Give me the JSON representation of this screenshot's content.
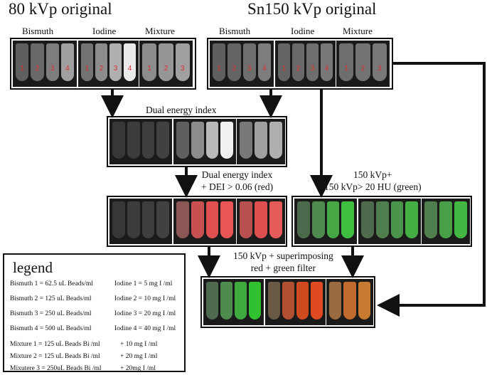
{
  "headings": {
    "left": "80 kVp original",
    "right": "Sn150 kVp original"
  },
  "group_labels": {
    "left": [
      "Bismuth",
      "Iodine",
      "Mixture"
    ],
    "right": [
      "Bismuth",
      "Iodine",
      "Mixture"
    ]
  },
  "tube_numbers": {
    "bismuth": [
      "1",
      "2",
      "3",
      "4"
    ],
    "iodine": [
      "1",
      "2",
      "3",
      "4"
    ],
    "mixture": [
      "1",
      "2",
      "3"
    ]
  },
  "captions": {
    "dei": "Dual energy index",
    "dei_red_line1": "Dual energy index",
    "dei_red_line2": "+ DEI > 0.06 (red)",
    "green_line1": "150 kVp+",
    "green_line2": "150 kVp> 20 HU (green)",
    "combo_line1": "150 kVp + superimposing",
    "combo_line2": "red + green filter"
  },
  "legend": {
    "title": "legend",
    "bismuth": [
      "Bismuth 1 = 62.5 uL Beads/ml",
      "Bismuth 2 = 125 uL Beads/ml",
      "Bismuth 3 = 250 uL Beads/ml",
      "Bismuth 4 = 500 uL Beads/ml"
    ],
    "iodine": [
      "Iodine 1 = 5 mg I /ml",
      "Iodine 2 = 10 mg I /ml",
      "Iodine 3 = 20 mg I /ml",
      "Iodine 4 = 40 mg I /ml"
    ],
    "mixture": [
      {
        "name": "Mixture 1 = 125 uL Beads Bi /ml",
        "iodine": "+ 10 mg I /ml"
      },
      {
        "name": "Mixture 2 = 125 uL Beads Bi /ml",
        "iodine": "+ 20 mg I /ml"
      },
      {
        "name": "Mixutere 3 = 250uL Beads Bi /ml",
        "iodine": "+ 20mg I /ml"
      }
    ]
  },
  "colors": {
    "frame": "#111111",
    "arrow": "#111111",
    "number_red": "#e03030",
    "dei_red": "#e84848",
    "threshold_green": "#3fae3f"
  }
}
